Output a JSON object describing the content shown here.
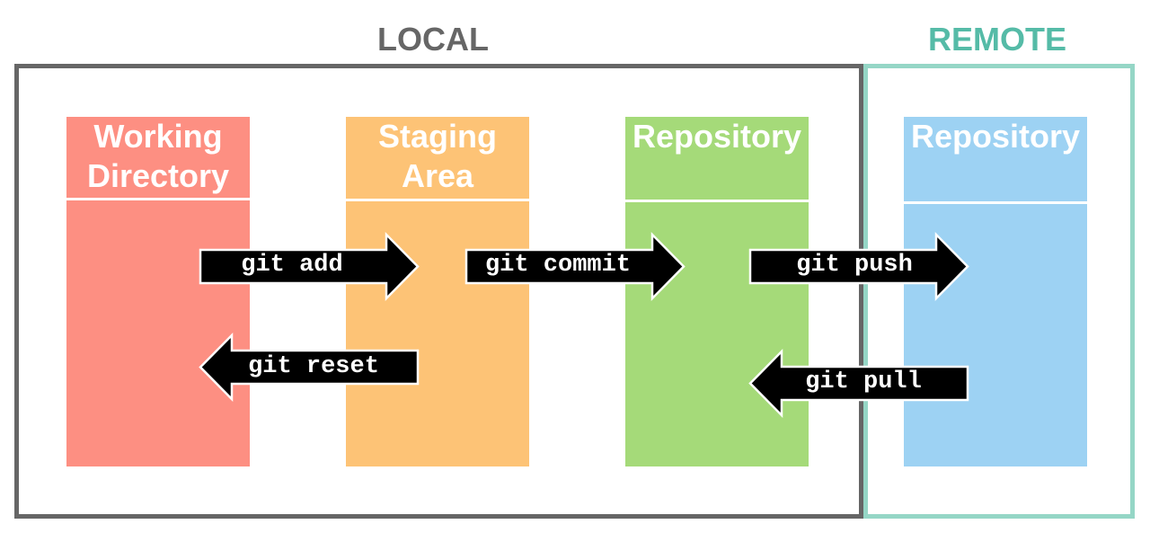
{
  "sections": {
    "local": {
      "title": "LOCAL",
      "color": "#666666"
    },
    "remote": {
      "title": "REMOTE",
      "color": "#55bba7",
      "border_color": "#95d6c6"
    }
  },
  "areas": [
    {
      "id": "working-directory",
      "title": "Working Directory",
      "title_lines": [
        "Working",
        "Directory"
      ],
      "color": "#fd8f82"
    },
    {
      "id": "staging-area",
      "title": "Staging Area",
      "title_lines": [
        "Staging",
        "Area"
      ],
      "color": "#fdc376"
    },
    {
      "id": "local-repository",
      "title": "Repository",
      "title_lines": [
        "Repository"
      ],
      "color": "#a5da79"
    },
    {
      "id": "remote-repository",
      "title": "Repository",
      "title_lines": [
        "Repository"
      ],
      "color": "#9dd2f3"
    }
  ],
  "commands": [
    {
      "label": "git add",
      "from": "Working Directory",
      "to": "Staging Area"
    },
    {
      "label": "git commit",
      "from": "Staging Area",
      "to": "Repository"
    },
    {
      "label": "git push",
      "from": "Repository",
      "to": "Remote Repository"
    },
    {
      "label": "git reset",
      "from": "Staging Area",
      "to": "Working Directory"
    },
    {
      "label": "git pull",
      "from": "Remote Repository",
      "to": "Repository"
    }
  ]
}
